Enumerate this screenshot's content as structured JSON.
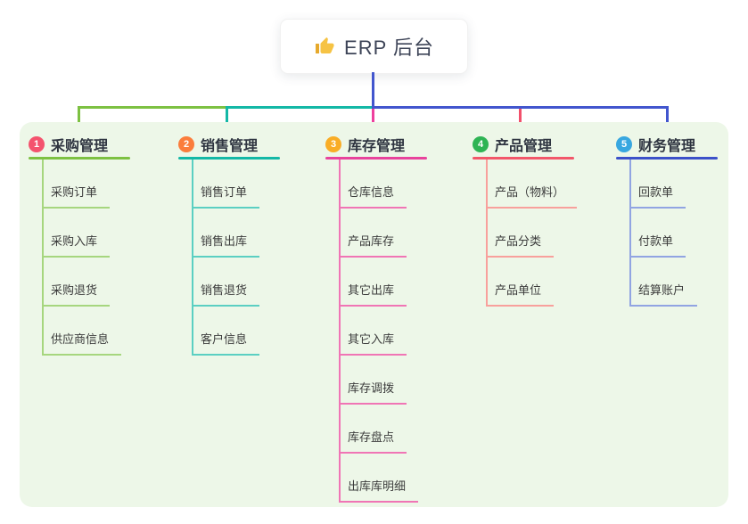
{
  "root": {
    "label": "ERP 后台",
    "icon": "thumbs-up-icon",
    "icon_color": "#f6c344",
    "text_color": "#3d4457"
  },
  "panel": {
    "background": "#edf7e8"
  },
  "connectors": {
    "root_stem": "#4256ce",
    "bus_green": "#7dc142",
    "bus_teal": "#14b8a6",
    "bus_blue": "#4256ce",
    "drop_pink": "#ee3f9d",
    "drop_crimson": "#f2506b"
  },
  "branches": [
    {
      "badge": "1",
      "title": "采购管理",
      "badge_color": "#f4536e",
      "line_color": "#7dc142",
      "light_color": "#a6d67e",
      "children": [
        "采购订单",
        "采购入库",
        "采购退货",
        "供应商信息"
      ]
    },
    {
      "badge": "2",
      "title": "销售管理",
      "badge_color": "#fb7d3c",
      "line_color": "#14b8a6",
      "light_color": "#5bcfc2",
      "children": [
        "销售订单",
        "销售出库",
        "销售退货",
        "客户信息"
      ]
    },
    {
      "badge": "3",
      "title": "库存管理",
      "badge_color": "#f9ad26",
      "line_color": "#e8439c",
      "light_color": "#f075b5",
      "children": [
        "仓库信息",
        "产品库存",
        "其它出库",
        "其它入库",
        "库存调拨",
        "库存盘点",
        "出库库明细"
      ]
    },
    {
      "badge": "4",
      "title": "产品管理",
      "badge_color": "#2eb454",
      "line_color": "#f2576a",
      "light_color": "#f8a09c",
      "children": [
        "产品（物料）",
        "产品分类",
        "产品单位"
      ]
    },
    {
      "badge": "5",
      "title": "财务管理",
      "badge_color": "#38a7e0",
      "line_color": "#3c51c9",
      "light_color": "#91a4e2",
      "children": [
        "回款单",
        "付款单",
        "结算账户"
      ]
    }
  ]
}
